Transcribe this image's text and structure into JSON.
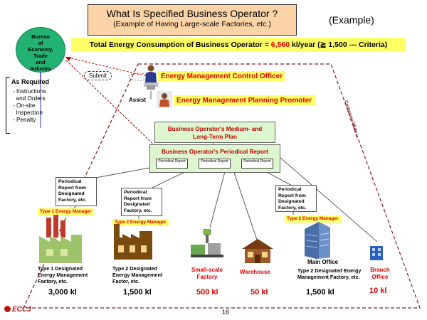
{
  "title": {
    "line1": "What Is Specified Business Operator ?",
    "line2": "(Example of Having Large-scale Factories, etc.)",
    "example": "(Example)"
  },
  "total": {
    "prefix": "Total Energy  Consumption  of Business Operator  = ",
    "value": "6,560",
    "suffix": " kl/year (≧ 1,500  --- Criteria)"
  },
  "bureau": {
    "lines": [
      "Bureau",
      "of",
      "Economy,",
      "Trade",
      "and",
      "Industry"
    ]
  },
  "as_required": "As Required",
  "instructions": "- Instructions\n  and Orders\n- On-site\n  Inspection\n- Penalty",
  "submit": "Submit",
  "assist": "Assist",
  "control_officer": "Energy Management Control Officer",
  "planning_promoter": "Energy Management Planning Promoter",
  "plan": {
    "line1": "Business Operator's Medium-  and",
    "line2": "Long-Term Plan"
  },
  "periodical_report": {
    "title": "Business Operator's Periodical Report",
    "mini": [
      "Periodical Report",
      "Periodical Report",
      "Periodical Report"
    ]
  },
  "vertical_label": "Company-Wide Energy Management System",
  "notes": {
    "n1": "Periodical Report from Designated Factory, etc.",
    "n2": "Periodical Report from Designated Factory, etc.",
    "n3": "Periodical Report from Designated Factory, etc."
  },
  "managers": {
    "t1": "Type 1 Energy Manager",
    "t2a": "Type 2 Energy Manager",
    "t2b": "Type 2 Energy Manager"
  },
  "facilities": {
    "f1": {
      "desc": "Type 1 Designated Energy Management Factory, etc.",
      "amount": "3,000 kl"
    },
    "f2": {
      "desc": "Type 2 Designated Energy Management Factor, etc.",
      "amount": "1,500 kl"
    },
    "f3": {
      "label": "Small-scale Factory",
      "amount": "500 kl"
    },
    "f4": {
      "label": "Warehouse",
      "amount": "50 kl"
    },
    "f5": {
      "title": "Main Office",
      "desc": "Type 2 Designated Energy Management Factory, etc.",
      "amount": "1,500 kl"
    },
    "f6": {
      "label": "Branch Office",
      "amount": "10 kl"
    }
  },
  "page_number": "16",
  "logo": "ECCJ",
  "colors": {
    "accent_red": "#e00000",
    "yellow": "#ffff66",
    "green": "#22b373",
    "title_bg": "#fbd3a6",
    "dash_red": "#8b1a1a"
  }
}
